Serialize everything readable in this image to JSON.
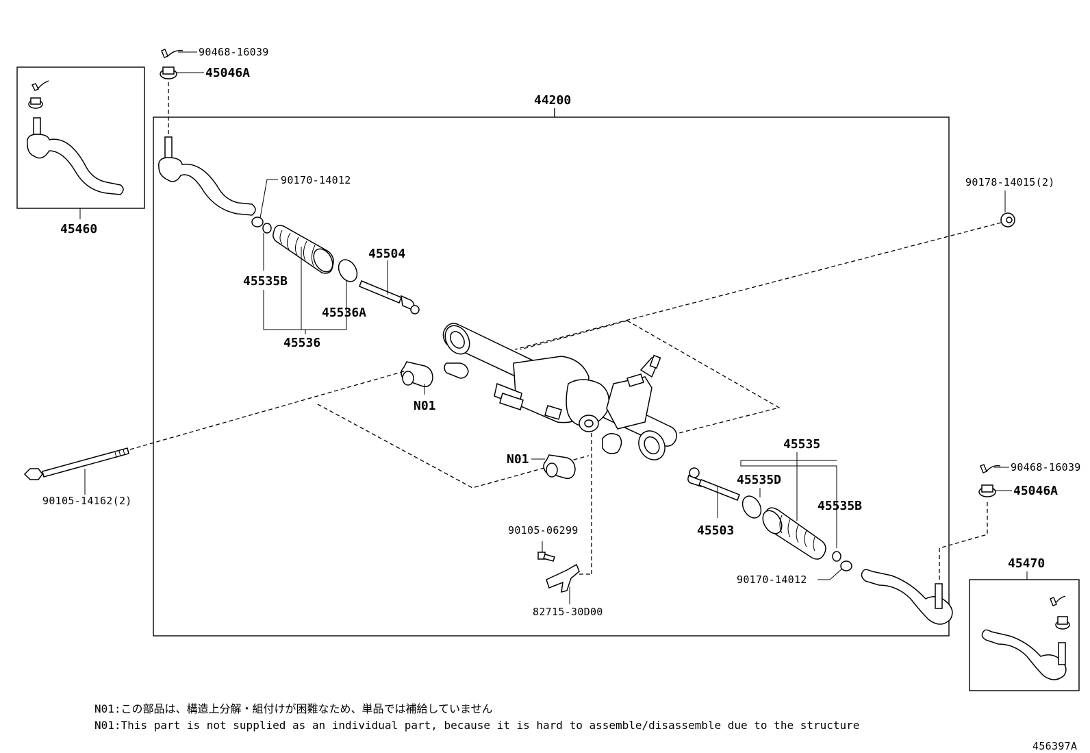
{
  "labels": {
    "nut_clip_tl": "90468-16039",
    "nut_tl": "45046A",
    "assy": "44200",
    "tie_end_left": "45460",
    "washer_tl": "90170-14012",
    "nut_right": "90178-14015(2)",
    "rod_left": "45504",
    "clamp_left": "45535B",
    "ring_left": "45536A",
    "boot_left": "45536",
    "bush_upper": "N01",
    "bolt_left": "90105-14162(2)",
    "bush_lower": "N01",
    "bolt_small": "90105-06299",
    "bracket": "82715-30D00",
    "boot_kit_right": "45535",
    "ring_right": "45535D",
    "clamp_right": "45535B",
    "rod_right": "45503",
    "washer_br": "90170-14012",
    "nut_clip_br": "90468-16039",
    "nut_br": "45046A",
    "tie_end_right": "45470"
  },
  "notes": {
    "jp": "N01:この部品は、構造上分解・組付けが困難なため、単品では補給していません",
    "en": "N01:This part is not supplied as an individual part, because it is hard to assemble/disassemble due to the structure"
  },
  "figure_id": "456397A"
}
